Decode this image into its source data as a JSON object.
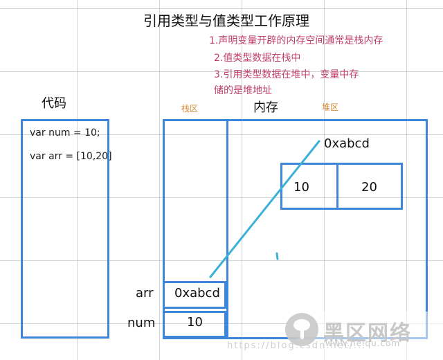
{
  "title": "引用类型与值类型工作原理",
  "notes": [
    "1.声明变量开辟的内存空间通常是栈内存",
    "2.值类型数据在栈中",
    "3.引用类型数据在堆中，变量中存",
    "储的是堆地址"
  ],
  "code": {
    "title": "代码",
    "lines": [
      "var num = 10;",
      "var arr = [10,20]"
    ]
  },
  "memory": {
    "title": "内存",
    "stack_label": "栈区",
    "heap_label": "堆区",
    "address": "0xabcd",
    "stack_cells": [
      {
        "name": "arr",
        "value": "0xabcd"
      },
      {
        "name": "num",
        "value": "10"
      }
    ],
    "heap_cells": [
      "10",
      "20"
    ]
  },
  "watermark": {
    "blog": "https://blog.csdn.net/...",
    "site_title": "黑区网络",
    "site_url": "www.heiqu.com"
  },
  "colors": {
    "box_border": "#3d86d9",
    "arrow": "#3bb0d7",
    "note_text": "#c0406a",
    "area_label": "#d68d3c"
  }
}
